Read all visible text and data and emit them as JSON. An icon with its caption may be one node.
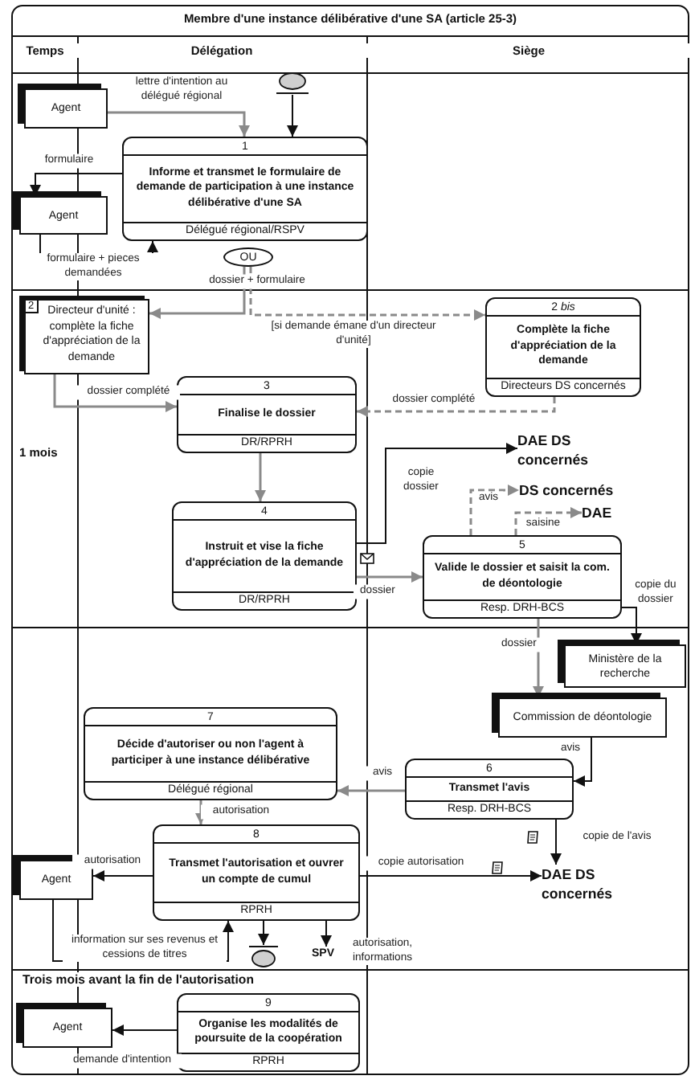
{
  "diagram": {
    "title": "Membre d'une instance délibérative d'une SA (article 25-3)",
    "nodes": [
      {
        "text": [
          "Agent"
        ]
      },
      {
        "text": [],
        "shape": "oval"
      },
      {
        "text": [
          "1",
          "Informe et transmet le formulaire de demande de participation à une instance délibérative d'une SA",
          "Délégué régional/RSPV"
        ]
      },
      {
        "text": [
          "Agent"
        ]
      },
      {
        "text": [
          "OU"
        ]
      },
      {
        "text": [
          "2",
          "Directeur d'unité : complète la fiche d'appréciation de la demande"
        ]
      },
      {
        "text": [
          "2 *bis*",
          "Complète la fiche d'appréciation de la demande",
          "Directeurs DS concernés"
        ]
      },
      {
        "text": [
          "3",
          "Finalise le dossier",
          "DR/RPRH"
        ]
      },
      {
        "text": [
          "4",
          "Instruit et vise la fiche d'appréciation de la demande",
          "DR/RPRH"
        ]
      },
      {
        "text": [
          "DAE DS concernés"
        ]
      },
      {
        "text": [
          "DS concernés"
        ]
      },
      {
        "text": [
          "DAE"
        ]
      },
      {
        "text": [
          "5",
          "Valide le dossier et saisit la com. de déontologie",
          "Resp. DRH-BCS"
        ]
      },
      {
        "text": [
          "Ministère de la recherche"
        ]
      },
      {
        "text": [
          "Commission de déontologie"
        ]
      },
      {
        "text": [
          "6",
          "Transmet l'avis",
          "Resp. DRH-BCS"
        ]
      },
      {
        "text": [
          "7",
          "Décide d'autoriser ou non l'agent à participer à une instance délibérative",
          "Délégué régional"
        ]
      },
      {
        "text": [
          "8",
          "Transmet l'autorisation et ouvrer un compte de cumul",
          "RPRH"
        ]
      },
      {
        "text": [
          "Agent"
        ]
      },
      {
        "text": [
          "DAE DS concernés"
        ]
      },
      {
        "text": [],
        "shape": "oval"
      },
      {
        "text": [
          "SPV"
        ]
      },
      {
        "text": [
          "9",
          "Organise les modalités de poursuite de la coopération",
          "RPRH"
        ]
      },
      {
        "text": [
          "Agent"
        ]
      }
    ],
    "edges": [
      {
        "from": 0,
        "to": 2,
        "arrow": "to",
        "label": "lettre d'intention au délégué régional",
        "color": "#8a8a8a"
      },
      {
        "from": 1,
        "to": 2,
        "arrow": "to"
      },
      {
        "from": 2,
        "to": 3,
        "arrow": "to",
        "label": "formulaire"
      },
      {
        "from": 3,
        "to": 2,
        "arrow": "to",
        "label": "formulaire + pieces demandées"
      },
      {
        "from": 4,
        "to": 5,
        "arrow": "to",
        "label": "dossier + formulaire",
        "color": "#8a8a8a"
      },
      {
        "from": 4,
        "to": 6,
        "arrow": "to",
        "label": "[si demande émane d'un directeur d'unité]",
        "style": "dashed",
        "color": "#8a8a8a"
      },
      {
        "from": 5,
        "to": 7,
        "arrow": "to",
        "label": "dossier complété",
        "color": "#8a8a8a"
      },
      {
        "from": 6,
        "to": 7,
        "arrow": "to",
        "label": "dossier complété",
        "style": "dashed",
        "color": "#8a8a8a"
      },
      {
        "from": 7,
        "to": 8,
        "arrow": "to",
        "color": "#8a8a8a"
      },
      {
        "from": 8,
        "to": 9,
        "arrow": "to",
        "label": "copie dossier"
      },
      {
        "from": 8,
        "to": 12,
        "arrow": "to",
        "label": "dossier",
        "color": "#8a8a8a"
      },
      {
        "from": 12,
        "to": 10,
        "arrow": "to",
        "label": "avis",
        "style": "dashed",
        "color": "#8a8a8a"
      },
      {
        "from": 12,
        "to": 11,
        "arrow": "to",
        "label": "saisine",
        "style": "dashed",
        "color": "#8a8a8a"
      },
      {
        "from": 12,
        "to": 13,
        "arrow": "to",
        "label": "copie du dossier"
      },
      {
        "from": 12,
        "to": 14,
        "arrow": "to",
        "label": "dossier",
        "color": "#8a8a8a"
      },
      {
        "from": 14,
        "to": 15,
        "arrow": "to",
        "label": "avis"
      },
      {
        "from": 15,
        "to": 16,
        "arrow": "to",
        "label": "avis",
        "color": "#8a8a8a"
      },
      {
        "from": 16,
        "to": 17,
        "arrow": "to",
        "label": "autorisation",
        "color": "#8a8a8a"
      },
      {
        "from": 17,
        "to": 18,
        "arrow": "to",
        "label": "autorisation"
      },
      {
        "from": 17,
        "to": 19,
        "arrow": "to",
        "label": "copie autorisation"
      },
      {
        "from": 15,
        "to": 19,
        "arrow": "to",
        "label": "copie de l'avis"
      },
      {
        "from": 17,
        "to": 20,
        "arrow": "to"
      },
      {
        "from": 17,
        "to": 21,
        "arrow": "to",
        "label": "autorisation, informations"
      },
      {
        "from": 18,
        "to": 17,
        "arrow": "to",
        "label": "information sur ses revenus et cessions de titres"
      },
      {
        "from": 22,
        "to": 23,
        "arrow": "to",
        "label": "demande d'intention"
      }
    ],
    "labels": [
      "Temps",
      "Délégation",
      "Siège",
      "1 mois",
      "Trois mois avant la fin de l'autorisation"
    ]
  }
}
